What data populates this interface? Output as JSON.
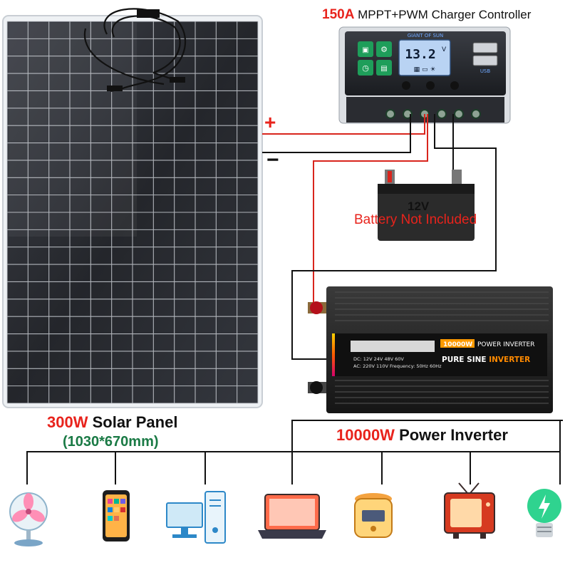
{
  "controller": {
    "title_power": "150A",
    "title_rest": " MPPT+PWM Charger Controller",
    "brand": "GIANT OF SUN",
    "display": "13.2",
    "display_unit": "V",
    "icons": [
      "MCU control",
      "Settable voltage",
      "Built-in timer",
      "FULL protect"
    ],
    "usb_label": "USB"
  },
  "solar_panel": {
    "power": "300W",
    "label": " Solar Panel",
    "size": "(1030*670mm)"
  },
  "battery": {
    "voltage": "12V",
    "note": "Battery Not Included"
  },
  "inverter": {
    "power": "10000W",
    "label": " Power Inverter",
    "display": "10000W",
    "brand": "POWER INVERTER",
    "subtitle_1": "PURE SINE",
    "subtitle_2": " INVERTER",
    "dc_line": "DC: 12V  24V  48V  60V",
    "ac_line": "AC: 220V  110V  Frequency: 50Hz  60Hz"
  },
  "terminals": {
    "plus": "+",
    "minus": "−"
  },
  "appliances": [
    "fan-icon",
    "smartphone-icon",
    "desktop-computer-icon",
    "laptop-icon",
    "rice-cooker-icon",
    "television-icon",
    "light-bulb-icon"
  ],
  "colors": {
    "accent_red": "#e8231c",
    "accent_green": "#1a7a45",
    "panel_dark": "#2b2d33",
    "wire_red": "#d9251d"
  }
}
